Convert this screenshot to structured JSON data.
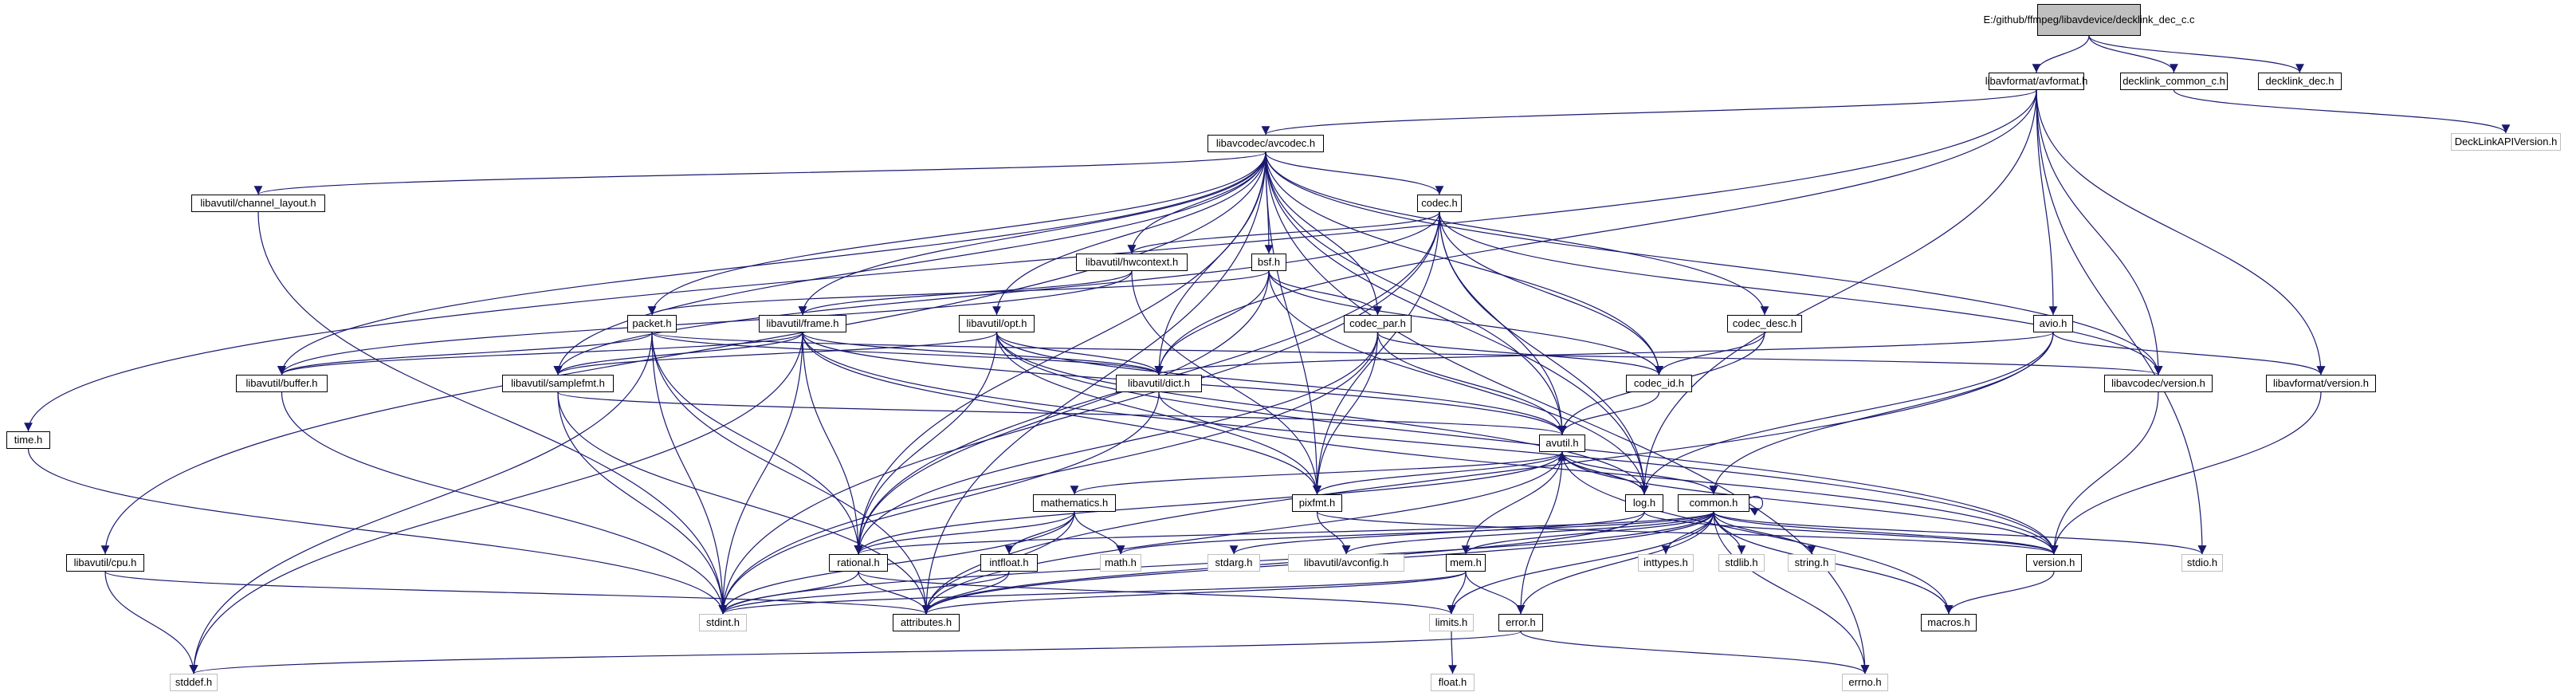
{
  "graph": {
    "root": "decklink_dec_c.c",
    "nodes": [
      {
        "id": "root",
        "label": "E:/github/ffmpeg/libavdevice/decklink_dec_c.c",
        "kind": "root"
      },
      {
        "id": "avformat",
        "label": "libavformat/avformat.h",
        "kind": "doc"
      },
      {
        "id": "decklink_common_c",
        "label": "decklink_common_c.h",
        "kind": "doc"
      },
      {
        "id": "decklink_dec",
        "label": "decklink_dec.h",
        "kind": "doc"
      },
      {
        "id": "DeckLinkAPIVersion",
        "label": "DeckLinkAPIVersion.h",
        "kind": "ext"
      },
      {
        "id": "avcodec",
        "label": "libavcodec/avcodec.h",
        "kind": "doc"
      },
      {
        "id": "time",
        "label": "time.h",
        "kind": "doc"
      },
      {
        "id": "channel_layout",
        "label": "libavutil/channel_layout.h",
        "kind": "doc"
      },
      {
        "id": "codec",
        "label": "codec.h",
        "kind": "doc"
      },
      {
        "id": "hwcontext",
        "label": "libavutil/hwcontext.h",
        "kind": "doc"
      },
      {
        "id": "bsf",
        "label": "bsf.h",
        "kind": "doc"
      },
      {
        "id": "packet",
        "label": "packet.h",
        "kind": "doc"
      },
      {
        "id": "frame",
        "label": "libavutil/frame.h",
        "kind": "doc"
      },
      {
        "id": "opt",
        "label": "libavutil/opt.h",
        "kind": "doc"
      },
      {
        "id": "codec_par",
        "label": "codec_par.h",
        "kind": "doc"
      },
      {
        "id": "codec_desc",
        "label": "codec_desc.h",
        "kind": "doc"
      },
      {
        "id": "avio",
        "label": "avio.h",
        "kind": "doc"
      },
      {
        "id": "buffer",
        "label": "libavutil/buffer.h",
        "kind": "doc"
      },
      {
        "id": "samplefmt",
        "label": "libavutil/samplefmt.h",
        "kind": "doc"
      },
      {
        "id": "dict",
        "label": "libavutil/dict.h",
        "kind": "doc"
      },
      {
        "id": "codec_id",
        "label": "codec_id.h",
        "kind": "doc"
      },
      {
        "id": "avcodec_version",
        "label": "libavcodec/version.h",
        "kind": "doc"
      },
      {
        "id": "avformat_version",
        "label": "libavformat/version.h",
        "kind": "doc"
      },
      {
        "id": "avutil",
        "label": "avutil.h",
        "kind": "doc"
      },
      {
        "id": "mathematics",
        "label": "mathematics.h",
        "kind": "doc"
      },
      {
        "id": "pixfmt",
        "label": "pixfmt.h",
        "kind": "doc"
      },
      {
        "id": "log",
        "label": "log.h",
        "kind": "doc"
      },
      {
        "id": "common",
        "label": "common.h",
        "kind": "doc"
      },
      {
        "id": "cpu",
        "label": "libavutil/cpu.h",
        "kind": "doc"
      },
      {
        "id": "rational",
        "label": "rational.h",
        "kind": "doc"
      },
      {
        "id": "intfloat",
        "label": "intfloat.h",
        "kind": "doc"
      },
      {
        "id": "math",
        "label": "math.h",
        "kind": "ext"
      },
      {
        "id": "stdarg",
        "label": "stdarg.h",
        "kind": "ext"
      },
      {
        "id": "avconfig",
        "label": "libavutil/avconfig.h",
        "kind": "ext"
      },
      {
        "id": "mem",
        "label": "mem.h",
        "kind": "doc"
      },
      {
        "id": "inttypes",
        "label": "inttypes.h",
        "kind": "ext"
      },
      {
        "id": "stdlib",
        "label": "stdlib.h",
        "kind": "ext"
      },
      {
        "id": "string",
        "label": "string.h",
        "kind": "ext"
      },
      {
        "id": "version",
        "label": "version.h",
        "kind": "doc"
      },
      {
        "id": "stdio",
        "label": "stdio.h",
        "kind": "ext"
      },
      {
        "id": "stdint",
        "label": "stdint.h",
        "kind": "ext"
      },
      {
        "id": "attributes",
        "label": "attributes.h",
        "kind": "doc"
      },
      {
        "id": "limits",
        "label": "limits.h",
        "kind": "ext"
      },
      {
        "id": "error",
        "label": "error.h",
        "kind": "doc"
      },
      {
        "id": "macros",
        "label": "macros.h",
        "kind": "doc"
      },
      {
        "id": "stddef",
        "label": "stddef.h",
        "kind": "ext"
      },
      {
        "id": "errno",
        "label": "errno.h",
        "kind": "ext"
      },
      {
        "id": "float",
        "label": "float.h",
        "kind": "ext"
      }
    ],
    "edges": [
      [
        "root",
        "avformat"
      ],
      [
        "root",
        "decklink_common_c"
      ],
      [
        "root",
        "decklink_dec"
      ],
      [
        "decklink_common_c",
        "DeckLinkAPIVersion"
      ],
      [
        "avformat",
        "time"
      ],
      [
        "avformat",
        "avcodec"
      ],
      [
        "avformat",
        "avio"
      ],
      [
        "avformat",
        "avformat_version"
      ],
      [
        "avformat",
        "log"
      ],
      [
        "avformat",
        "stdio"
      ],
      [
        "avformat",
        "dict"
      ],
      [
        "avformat",
        "avcodec_version"
      ],
      [
        "avcodec",
        "channel_layout"
      ],
      [
        "avcodec",
        "codec"
      ],
      [
        "avcodec",
        "hwcontext"
      ],
      [
        "avcodec",
        "bsf"
      ],
      [
        "avcodec",
        "packet"
      ],
      [
        "avcodec",
        "frame"
      ],
      [
        "avcodec",
        "codec_par"
      ],
      [
        "avcodec",
        "codec_desc"
      ],
      [
        "avcodec",
        "buffer"
      ],
      [
        "avcodec",
        "samplefmt"
      ],
      [
        "avcodec",
        "dict"
      ],
      [
        "avcodec",
        "codec_id"
      ],
      [
        "avcodec",
        "avcodec_version"
      ],
      [
        "avcodec",
        "avutil"
      ],
      [
        "avcodec",
        "pixfmt"
      ],
      [
        "avcodec",
        "log"
      ],
      [
        "avcodec",
        "rational"
      ],
      [
        "avcodec",
        "cpu"
      ],
      [
        "avcodec",
        "attributes"
      ],
      [
        "avcodec",
        "errno"
      ],
      [
        "avcodec",
        "opt"
      ],
      [
        "channel_layout",
        "stdint"
      ],
      [
        "codec",
        "hwcontext"
      ],
      [
        "codec",
        "codec_id"
      ],
      [
        "codec",
        "avutil"
      ],
      [
        "codec",
        "pixfmt"
      ],
      [
        "codec",
        "log"
      ],
      [
        "codec",
        "rational"
      ],
      [
        "codec",
        "samplefmt"
      ],
      [
        "codec",
        "avcodec_version"
      ],
      [
        "codec",
        "stdint"
      ],
      [
        "hwcontext",
        "buffer"
      ],
      [
        "hwcontext",
        "frame"
      ],
      [
        "hwcontext",
        "pixfmt"
      ],
      [
        "bsf",
        "packet"
      ],
      [
        "bsf",
        "codec_par"
      ],
      [
        "bsf",
        "codec_id"
      ],
      [
        "bsf",
        "dict"
      ],
      [
        "bsf",
        "log"
      ],
      [
        "bsf",
        "rational"
      ],
      [
        "packet",
        "buffer"
      ],
      [
        "packet",
        "dict"
      ],
      [
        "packet",
        "rational"
      ],
      [
        "packet",
        "attributes"
      ],
      [
        "packet",
        "stdint"
      ],
      [
        "packet",
        "stddef"
      ],
      [
        "packet",
        "avcodec_version"
      ],
      [
        "frame",
        "buffer"
      ],
      [
        "frame",
        "dict"
      ],
      [
        "frame",
        "rational"
      ],
      [
        "frame",
        "samplefmt"
      ],
      [
        "frame",
        "avutil"
      ],
      [
        "frame",
        "pixfmt"
      ],
      [
        "frame",
        "version"
      ],
      [
        "frame",
        "stdint"
      ],
      [
        "frame",
        "stddef"
      ],
      [
        "opt",
        "dict"
      ],
      [
        "opt",
        "rational"
      ],
      [
        "opt",
        "samplefmt"
      ],
      [
        "opt",
        "avutil"
      ],
      [
        "opt",
        "pixfmt"
      ],
      [
        "opt",
        "log"
      ],
      [
        "opt",
        "version"
      ],
      [
        "codec_par",
        "codec_id"
      ],
      [
        "codec_par",
        "avutil"
      ],
      [
        "codec_par",
        "pixfmt"
      ],
      [
        "codec_par",
        "rational"
      ],
      [
        "codec_par",
        "stdint"
      ],
      [
        "codec_desc",
        "codec_id"
      ],
      [
        "codec_desc",
        "avutil"
      ],
      [
        "avio",
        "dict"
      ],
      [
        "avio",
        "log"
      ],
      [
        "avio",
        "common"
      ],
      [
        "avio",
        "avformat_version"
      ],
      [
        "avio",
        "attributes"
      ],
      [
        "buffer",
        "stdint"
      ],
      [
        "samplefmt",
        "avutil"
      ],
      [
        "samplefmt",
        "stdint"
      ],
      [
        "samplefmt",
        "attributes"
      ],
      [
        "dict",
        "stdint"
      ],
      [
        "dict",
        "version"
      ],
      [
        "codec_id",
        "avutil"
      ],
      [
        "avcodec_version",
        "version"
      ],
      [
        "avformat_version",
        "version"
      ],
      [
        "avutil",
        "mathematics"
      ],
      [
        "avutil",
        "pixfmt"
      ],
      [
        "avutil",
        "log"
      ],
      [
        "avutil",
        "common"
      ],
      [
        "avutil",
        "error"
      ],
      [
        "avutil",
        "rational"
      ],
      [
        "avutil",
        "version"
      ],
      [
        "avutil",
        "macros"
      ],
      [
        "avutil",
        "attributes"
      ],
      [
        "mathematics",
        "rational"
      ],
      [
        "mathematics",
        "intfloat"
      ],
      [
        "mathematics",
        "math"
      ],
      [
        "mathematics",
        "stdint"
      ],
      [
        "mathematics",
        "attributes"
      ],
      [
        "pixfmt",
        "avconfig"
      ],
      [
        "pixfmt",
        "version"
      ],
      [
        "log",
        "stdarg"
      ],
      [
        "log",
        "avutil"
      ],
      [
        "log",
        "attributes"
      ],
      [
        "log",
        "version"
      ],
      [
        "common",
        "common"
      ],
      [
        "common",
        "rational"
      ],
      [
        "common",
        "mem"
      ],
      [
        "common",
        "inttypes"
      ],
      [
        "common",
        "stdlib"
      ],
      [
        "common",
        "string"
      ],
      [
        "common",
        "version"
      ],
      [
        "common",
        "stdint"
      ],
      [
        "common",
        "attributes"
      ],
      [
        "common",
        "limits"
      ],
      [
        "common",
        "error"
      ],
      [
        "common",
        "macros"
      ],
      [
        "common",
        "errno"
      ],
      [
        "common",
        "math"
      ],
      [
        "common",
        "stdio"
      ],
      [
        "common",
        "avconfig"
      ],
      [
        "cpu",
        "stddef"
      ],
      [
        "cpu",
        "attributes"
      ],
      [
        "rational",
        "stdint"
      ],
      [
        "rational",
        "limits"
      ],
      [
        "rational",
        "attributes"
      ],
      [
        "intfloat",
        "stdint"
      ],
      [
        "intfloat",
        "attributes"
      ],
      [
        "mem",
        "stdint"
      ],
      [
        "mem",
        "limits"
      ],
      [
        "mem",
        "error"
      ],
      [
        "mem",
        "attributes"
      ],
      [
        "mem",
        "avutil"
      ],
      [
        "error",
        "errno"
      ],
      [
        "error",
        "stddef"
      ],
      [
        "limits",
        "float"
      ],
      [
        "version",
        "macros"
      ],
      [
        "time",
        "stdint"
      ]
    ]
  }
}
